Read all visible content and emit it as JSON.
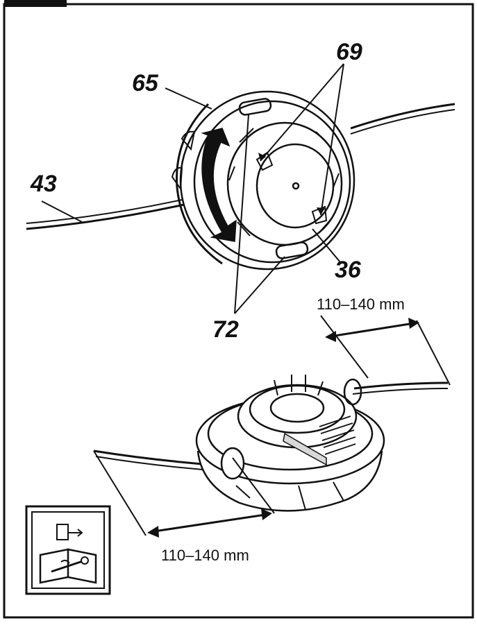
{
  "callouts": {
    "trim_head_cover": "65",
    "line_guides": "69",
    "cutting_line": "43",
    "spool_center": "36",
    "line_slots": "72"
  },
  "dimensions": {
    "top_length": "110–140 mm",
    "bottom_length": "110–140 mm"
  },
  "icons": {
    "manual_reference": "manual-book-wrench-icon",
    "page_tab": "page-tab-icon"
  },
  "colors": {
    "ink": "#111111",
    "fill": "#ffffff",
    "shade": "#d8d8d8"
  }
}
